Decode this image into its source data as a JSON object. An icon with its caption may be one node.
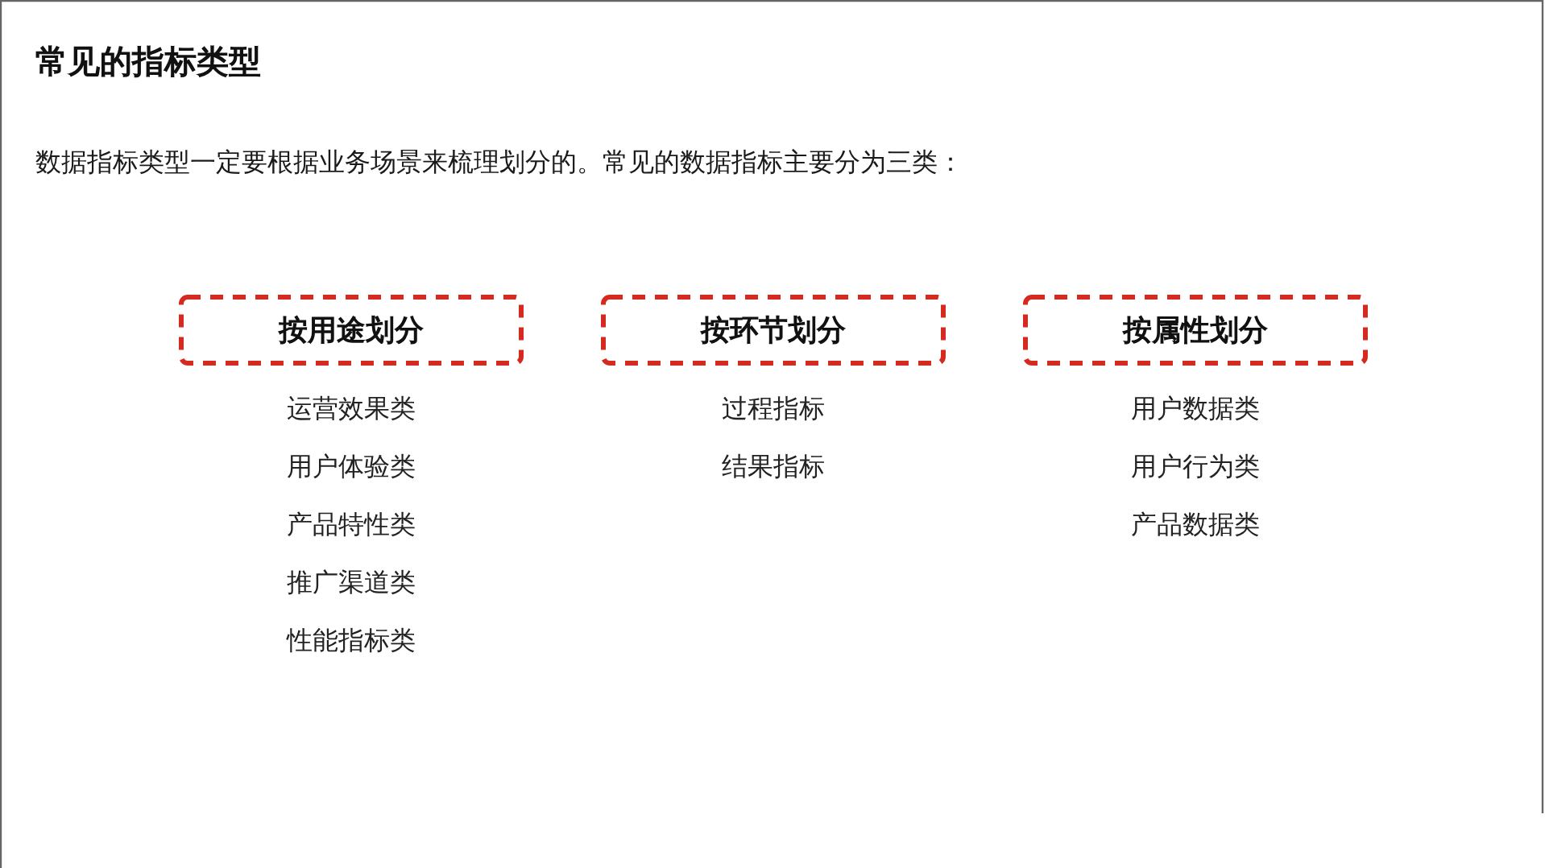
{
  "diagram": {
    "title": "常见的指标类型",
    "nodes": [
      {
        "text": [
          "按用途划分"
        ],
        "beside": [
          "运营效果类",
          "用户体验类",
          "产品特性类",
          "推广渠道类",
          "性能指标类"
        ]
      },
      {
        "text": [
          "按环节划分"
        ],
        "beside": [
          "过程指标",
          "结果指标"
        ]
      },
      {
        "text": [
          "按属性划分"
        ],
        "beside": [
          "用户数据类",
          "用户行为类",
          "产品数据类"
        ]
      }
    ],
    "labels": [
      "数据指标类型一定要根据业务场景来梳理划分的。常见的数据指标主要分为三类："
    ]
  }
}
